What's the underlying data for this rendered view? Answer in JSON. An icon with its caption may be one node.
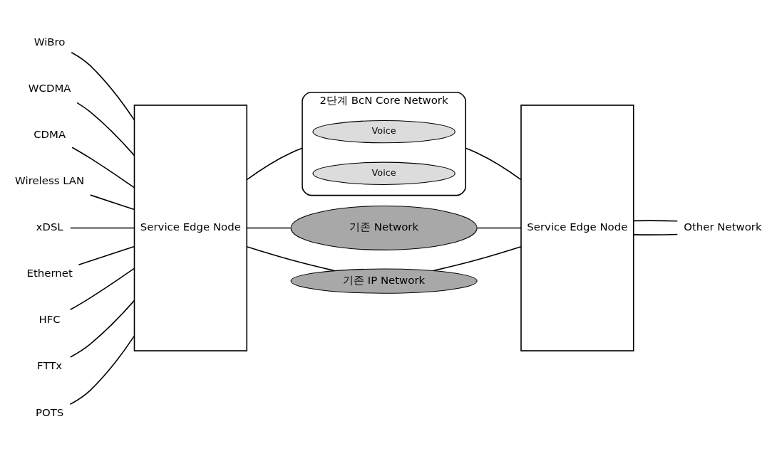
{
  "diagram": {
    "nodes": [
      {
        "text": [
          "WiBro"
        ]
      },
      {
        "text": [
          "WCDMA"
        ]
      },
      {
        "text": [
          "CDMA"
        ]
      },
      {
        "text": [
          "Wireless LAN"
        ]
      },
      {
        "text": [
          "xDSL"
        ]
      },
      {
        "text": [
          "Ethernet"
        ]
      },
      {
        "text": [
          "HFC"
        ]
      },
      {
        "text": [
          "FTTx"
        ]
      },
      {
        "text": [
          "POTS"
        ]
      },
      {
        "text": [
          "Service Edge Node"
        ]
      },
      {
        "text": [
          "2단계 BcN Core Network"
        ]
      },
      {
        "text": [
          "Voice"
        ],
        "in": 10
      },
      {
        "text": [
          "Voice"
        ],
        "in": 10
      },
      {
        "text": [
          "기존 Network"
        ]
      },
      {
        "text": [
          "기존 IP Network"
        ]
      },
      {
        "text": [
          "Service Edge Node"
        ]
      },
      {
        "text": [
          "Other Network"
        ]
      }
    ],
    "edges": [
      {
        "from": 0,
        "to": 9,
        "arrow": "none"
      },
      {
        "from": 1,
        "to": 9,
        "arrow": "none"
      },
      {
        "from": 2,
        "to": 9,
        "arrow": "none"
      },
      {
        "from": 3,
        "to": 9,
        "arrow": "none"
      },
      {
        "from": 4,
        "to": 9,
        "arrow": "none"
      },
      {
        "from": 5,
        "to": 9,
        "arrow": "none"
      },
      {
        "from": 6,
        "to": 9,
        "arrow": "none"
      },
      {
        "from": 7,
        "to": 9,
        "arrow": "none"
      },
      {
        "from": 8,
        "to": 9,
        "arrow": "none"
      },
      {
        "from": 9,
        "to": 10,
        "arrow": "none"
      },
      {
        "from": 10,
        "to": 15,
        "arrow": "none"
      },
      {
        "from": 9,
        "to": 13,
        "arrow": "none"
      },
      {
        "from": 13,
        "to": 15,
        "arrow": "none"
      },
      {
        "from": 9,
        "to": 14,
        "arrow": "none"
      },
      {
        "from": 14,
        "to": 15,
        "arrow": "none"
      },
      {
        "from": 15,
        "to": 16,
        "arrow": "none"
      },
      {
        "from": 15,
        "to": 16,
        "arrow": "none"
      }
    ]
  }
}
